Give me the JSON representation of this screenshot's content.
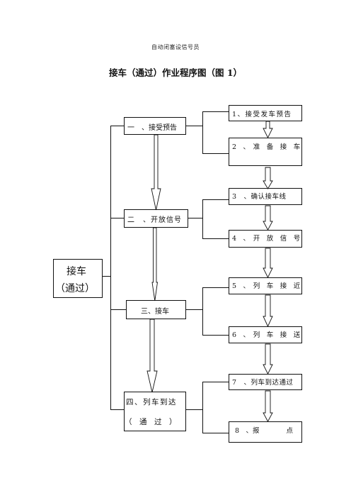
{
  "header": {
    "subtitle": "自动闭塞设信号员"
  },
  "diagram": {
    "title": "接车（通过）作业程序图（图 1）",
    "root": {
      "line1": "接车",
      "line2": "（通过）"
    },
    "stages": [
      {
        "label": "一　、接受预告"
      },
      {
        "label": "二　、开放信号"
      },
      {
        "label": "三、接车"
      },
      {
        "label_line1": "四、列车到达",
        "label_line2": "（　通　过　）"
      }
    ],
    "steps": [
      {
        "label": "1、接受发车预告"
      },
      {
        "label": "2　、　准　备　接　车"
      },
      {
        "label": "3　、确认接车线"
      },
      {
        "label": "4　、　开　放　信　号"
      },
      {
        "label": "5　、　列　车　接　近"
      },
      {
        "label": "6　、　列　车　接　送"
      },
      {
        "label": "7　、列车到达通过"
      },
      {
        "label": "8　、报　　　　点"
      }
    ]
  }
}
